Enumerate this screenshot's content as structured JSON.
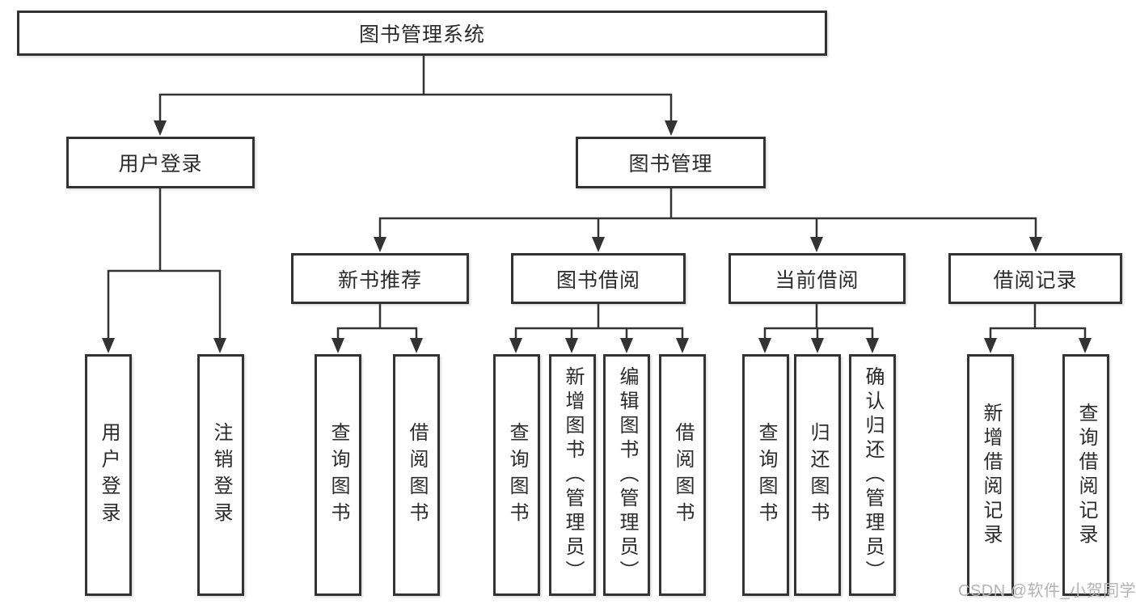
{
  "diagram": {
    "title": "图书管理系统",
    "type": "hierarchy-chart",
    "colors": {
      "background": "#ffffff",
      "line": "#333333",
      "box_border": "#333333",
      "box_fill": "#ffffff",
      "text": "#2b2b2b",
      "watermark": "#b3b3b3"
    }
  },
  "tree": {
    "root": {
      "label": "图书管理系统"
    },
    "children": [
      {
        "label": "用户登录",
        "children": [
          {
            "label": "用户登录"
          },
          {
            "label": "注销登录"
          }
        ]
      },
      {
        "label": "图书管理",
        "children": [
          {
            "label": "新书推荐",
            "children": [
              {
                "label": "查询图书"
              },
              {
                "label": "借阅图书"
              }
            ]
          },
          {
            "label": "图书借阅",
            "children": [
              {
                "label": "查询图书"
              },
              {
                "label": "新增图书（管理员）"
              },
              {
                "label": "编辑图书（管理员）"
              },
              {
                "label": "借阅图书"
              }
            ]
          },
          {
            "label": "当前借阅",
            "children": [
              {
                "label": "查询图书"
              },
              {
                "label": "归还图书"
              },
              {
                "label": "确认归还（管理员）"
              }
            ]
          },
          {
            "label": "借阅记录",
            "children": [
              {
                "label": "新增借阅记录"
              },
              {
                "label": "查询借阅记录"
              }
            ]
          }
        ]
      }
    ]
  },
  "watermark": {
    "text": "CSDN @软件_小贺同学"
  }
}
